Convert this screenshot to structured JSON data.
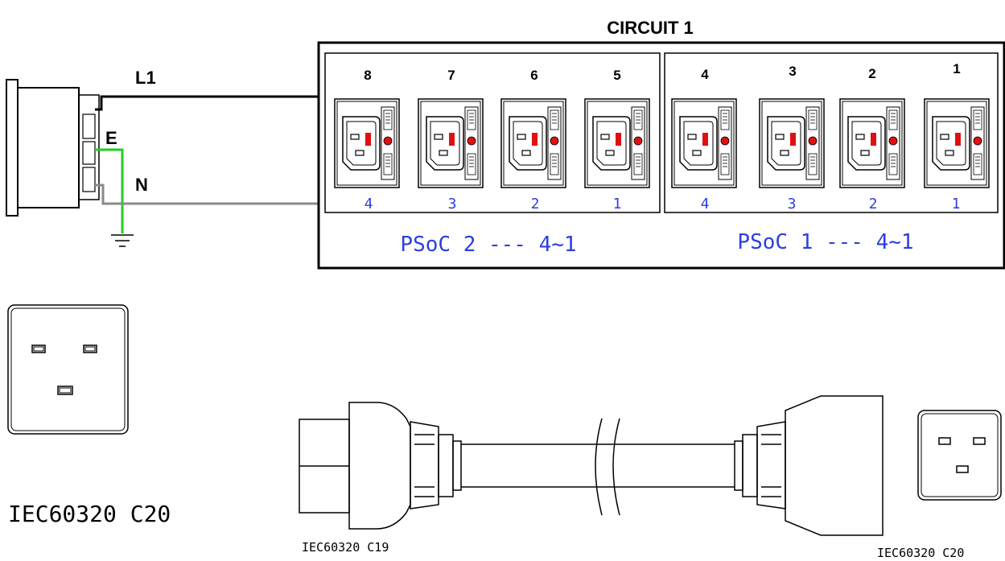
{
  "title": "CIRCUIT 1",
  "wires": {
    "line": "L1",
    "earth": "E",
    "neutral": "N"
  },
  "outlets": {
    "group_a": {
      "top_numbers": [
        "8",
        "7",
        "6",
        "5"
      ],
      "bottom_numbers": [
        "4",
        "3",
        "2",
        "1"
      ],
      "label": "PSoC 2 --- 4~1"
    },
    "group_b": {
      "top_numbers": [
        "4",
        "3",
        "2",
        "1"
      ],
      "bottom_numbers": [
        "4",
        "3",
        "2",
        "1"
      ],
      "label": "PSoC 1 --- 4~1"
    }
  },
  "labels": {
    "inlet_left": "IEC60320 C20",
    "cord_plug": "IEC60320 C19",
    "inlet_right": "IEC60320 C20"
  },
  "colors": {
    "line": "#000000",
    "earth": "#22cc22",
    "neutral": "#8a8a8a",
    "indicator": "#e01010",
    "label_blue": "#2b3fe0"
  }
}
